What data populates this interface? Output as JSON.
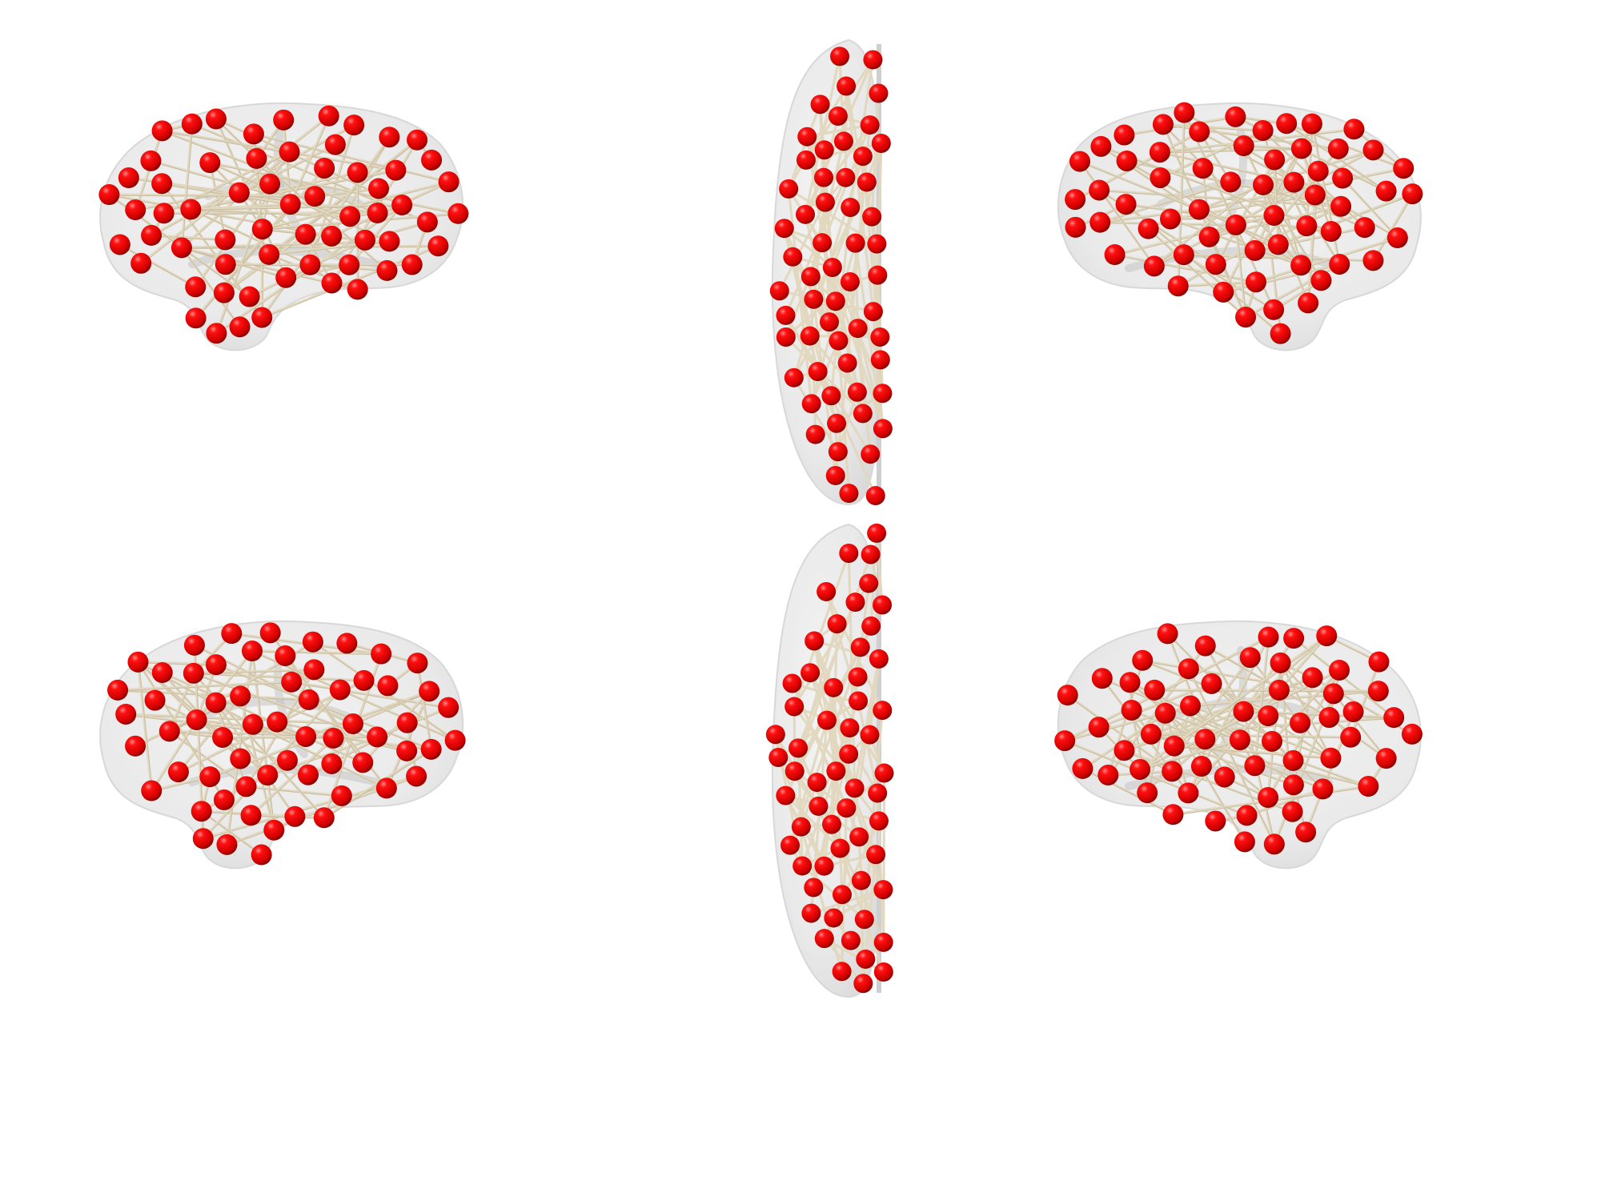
{
  "figure": {
    "background": "#ffffff",
    "node_color": "#e00000",
    "edge_color": "#e2d8bf",
    "surface_color": "#e4e4e4",
    "panels": [
      {
        "id": "top-left",
        "view": "sagittal-lateral-left"
      },
      {
        "id": "top-center",
        "view": "axial-superior"
      },
      {
        "id": "top-right",
        "view": "sagittal-lateral-right"
      },
      {
        "id": "bottom-left",
        "view": "sagittal-medial-left"
      },
      {
        "id": "bottom-center",
        "view": "axial-inferior"
      },
      {
        "id": "bottom-right",
        "view": "sagittal-medial-right"
      }
    ]
  }
}
